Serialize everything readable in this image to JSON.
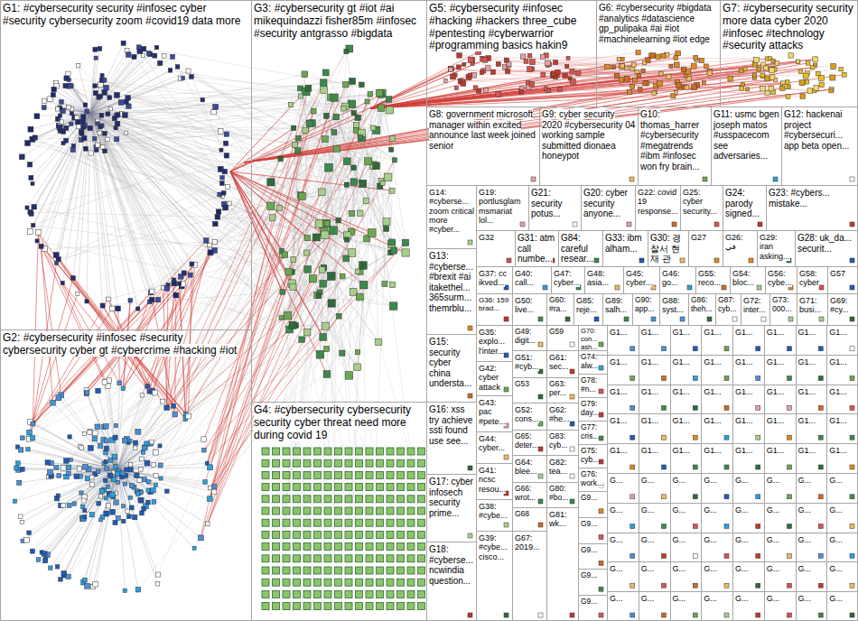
{
  "diagram": {
    "nodes": [
      {
        "text": [
          "G1: #cybersecurity security #infosec cyber #security cybersecurity zoom #covid19 data more"
        ]
      },
      {
        "text": [
          "G3: #cybersecurity gt #iot #ai mikequindazzi fisher85m #infosec #security antgrasso #bigdata"
        ]
      },
      {
        "text": [
          "G5: #cybersecurity #infosec #hacking #hackers three_cube #pentesting #cyberwarrior #programming basics hakin9"
        ]
      },
      {
        "text": [
          "G6: #cybersecurity #bigdata #analytics #datascience gp_pulipaka #ai #iot #machinelearning #iot edge"
        ]
      },
      {
        "text": [
          "G7: #cybersecurity security more data cyber 2020 #infosec #technology #security attacks"
        ]
      },
      {
        "text": [
          "G8: government microsoft manager within excited announce last week joined senior"
        ]
      },
      {
        "text": [
          "G9: cyber security 2020 #cybersecurity 04 working sample submitted dionaea honeypot"
        ]
      },
      {
        "text": [
          "G10: thomas_harrer #cybersecurity #megatrends #ibm #infosec won fry brain..."
        ]
      },
      {
        "text": [
          "G11: usmc bgen joseph matos #usspacecom see adversaries..."
        ]
      },
      {
        "text": [
          "G12: hackenai project #cybersecuri... app beta open..."
        ]
      },
      {
        "text": [
          "G14: #cyberse... zoom critical more #cyber..."
        ]
      },
      {
        "text": [
          "G19: portlusglam msmariat lol..."
        ]
      },
      {
        "text": [
          "G21: security potus..."
        ]
      },
      {
        "text": [
          "G20: cyber security anyone..."
        ]
      },
      {
        "text": [
          "G22: covid 19 response..."
        ]
      },
      {
        "text": [
          "G25: cyber security..."
        ]
      },
      {
        "text": [
          "G24: parody signed..."
        ]
      },
      {
        "text": [
          "G23: #cybers... mistake..."
        ]
      },
      {
        "text": [
          "G32"
        ]
      },
      {
        "text": [
          "G31: atm call numbe..."
        ]
      },
      {
        "text": [
          "G84: careful resear..."
        ]
      },
      {
        "text": [
          "G33: ibm alham..."
        ]
      },
      {
        "text": [
          "G30: 경 찰서 현 재 관"
        ]
      },
      {
        "text": [
          "G27"
        ]
      },
      {
        "text": [
          "G26: في"
        ]
      },
      {
        "text": [
          "G29: iran asking..."
        ]
      },
      {
        "text": [
          "G28: uk_da... securit..."
        ]
      },
      {
        "text": [
          "G13: #cyberse... #brexit #ai itakethel... 365surm... themrblu..."
        ]
      },
      {
        "text": [
          "G37: cc ikved..."
        ]
      },
      {
        "text": [
          "G40: call..."
        ]
      },
      {
        "text": [
          "G47: cyber..."
        ]
      },
      {
        "text": [
          "G48: asia..."
        ]
      },
      {
        "text": [
          "G45: cyber..."
        ]
      },
      {
        "text": [
          "G46: go..."
        ]
      },
      {
        "text": [
          "G55: reco..."
        ]
      },
      {
        "text": [
          "G54: bloc..."
        ]
      },
      {
        "text": [
          "G56: cybe..."
        ]
      },
      {
        "text": [
          "G58: cyber"
        ]
      },
      {
        "text": [
          "G57"
        ]
      },
      {
        "text": [
          "G36: 159 brad..."
        ]
      },
      {
        "text": [
          "G50: live..."
        ]
      },
      {
        "text": [
          "G60: #ra..."
        ]
      },
      {
        "text": [
          "G85: reje..."
        ]
      },
      {
        "text": [
          "G89: salh..."
        ]
      },
      {
        "text": [
          "G90: app..."
        ]
      },
      {
        "text": [
          "G88: syst..."
        ]
      },
      {
        "text": [
          "G86: theh..."
        ]
      },
      {
        "text": [
          "G87: cyb..."
        ]
      },
      {
        "text": [
          "G72: inter..."
        ]
      },
      {
        "text": [
          "G73: 000..."
        ]
      },
      {
        "text": [
          "G71: busi..."
        ]
      },
      {
        "text": [
          "G69: #cy..."
        ]
      },
      {
        "text": [
          "G2: #cybersecurity #infosec #security cybersecurity cyber gt #cybercrime #hacking #iot"
        ]
      },
      {
        "text": [
          "G4: #cybersecurity cybersecurity security cyber threat need more during covid 19"
        ]
      },
      {
        "text": [
          "G15: security cyber china understa..."
        ]
      },
      {
        "text": [
          "G16: xss try achieve ssti found use see..."
        ]
      },
      {
        "text": [
          "G17: cyber infosech security prime..."
        ]
      },
      {
        "text": [
          "G18: #cyberse... ncwindia question..."
        ]
      },
      {
        "text": [
          "G35: explo... l'inter..."
        ]
      },
      {
        "text": [
          "G42: cyber attack"
        ]
      },
      {
        "text": [
          "G43: pac #pete..."
        ]
      },
      {
        "text": [
          "G44: cyber..."
        ]
      },
      {
        "text": [
          "G41: ncsc resou..."
        ]
      },
      {
        "text": [
          "G38: #cybe..."
        ]
      },
      {
        "text": [
          "G39: #cybe... cisco..."
        ]
      },
      {
        "text": [
          "G49: digit..."
        ]
      },
      {
        "text": [
          "G51: #cyb..."
        ]
      },
      {
        "text": [
          "G53"
        ]
      },
      {
        "text": [
          "G52: cons..."
        ]
      },
      {
        "text": [
          "G65: deter..."
        ]
      },
      {
        "text": [
          "G64: blee..."
        ]
      },
      {
        "text": [
          "G66: wrot..."
        ]
      },
      {
        "text": [
          "G68"
        ]
      },
      {
        "text": [
          "G67: 2019..."
        ]
      },
      {
        "text": [
          "G59"
        ]
      },
      {
        "text": [
          "G61: sec..."
        ]
      },
      {
        "text": [
          "G63: per..."
        ]
      },
      {
        "text": [
          "G62: #he..."
        ]
      },
      {
        "text": [
          "G83: cyb..."
        ]
      },
      {
        "text": [
          "G82: tea..."
        ]
      },
      {
        "text": [
          "G80: #bo..."
        ]
      },
      {
        "text": [
          "G81: wk..."
        ]
      },
      {
        "text": [
          "G70: con... ash..."
        ]
      },
      {
        "text": [
          "G74: alw..."
        ]
      },
      {
        "text": [
          "G78: #n..."
        ]
      },
      {
        "text": [
          "G79: day..."
        ]
      },
      {
        "text": [
          "G77: cris..."
        ]
      },
      {
        "text": [
          "G75: cyb..."
        ]
      },
      {
        "text": [
          "G76: work..."
        ]
      },
      {
        "text": [
          "G9..."
        ]
      },
      {
        "text": [
          "G9..."
        ]
      },
      {
        "text": [
          "G9..."
        ]
      },
      {
        "text": [
          "G9..."
        ]
      },
      {
        "text": [
          "G9..."
        ]
      },
      {
        "text": [
          "G1..."
        ]
      },
      {
        "text": [
          "G1..."
        ]
      },
      {
        "text": [
          "G1..."
        ]
      },
      {
        "text": [
          "G1..."
        ]
      },
      {
        "text": [
          "G1..."
        ]
      },
      {
        "text": [
          "G1..."
        ]
      },
      {
        "text": [
          "G1..."
        ]
      },
      {
        "text": [
          "G1..."
        ]
      },
      {
        "text": [
          "G1..."
        ]
      },
      {
        "text": [
          "G1..."
        ]
      },
      {
        "text": [
          "G1..."
        ]
      },
      {
        "text": [
          "G1..."
        ]
      },
      {
        "text": [
          "G1..."
        ]
      },
      {
        "text": [
          "G1..."
        ]
      },
      {
        "text": [
          "G1..."
        ]
      },
      {
        "text": [
          "G1..."
        ]
      },
      {
        "text": [
          "G1..."
        ]
      },
      {
        "text": [
          "G1..."
        ]
      },
      {
        "text": [
          "G1..."
        ]
      },
      {
        "text": [
          "G1..."
        ]
      },
      {
        "text": [
          "G1..."
        ]
      },
      {
        "text": [
          "G1..."
        ]
      },
      {
        "text": [
          "G1..."
        ]
      },
      {
        "text": [
          "G1..."
        ]
      },
      {
        "text": [
          "G1..."
        ]
      },
      {
        "text": [
          "G1..."
        ]
      },
      {
        "text": [
          "G1..."
        ]
      },
      {
        "text": [
          "G1..."
        ]
      },
      {
        "text": [
          "G1..."
        ]
      },
      {
        "text": [
          "G1..."
        ]
      },
      {
        "text": [
          "G1..."
        ]
      },
      {
        "text": [
          "G1..."
        ]
      },
      {
        "text": [
          "G1..."
        ]
      },
      {
        "text": [
          "G1..."
        ]
      },
      {
        "text": [
          "G1..."
        ]
      },
      {
        "text": [
          "G1..."
        ]
      },
      {
        "text": [
          "G1..."
        ]
      },
      {
        "text": [
          "G1..."
        ]
      },
      {
        "text": [
          "G1..."
        ]
      },
      {
        "text": [
          "G1..."
        ]
      },
      {
        "text": [
          "G..."
        ]
      },
      {
        "text": [
          "G..."
        ]
      },
      {
        "text": [
          "G..."
        ]
      },
      {
        "text": [
          "G..."
        ]
      },
      {
        "text": [
          "G..."
        ]
      },
      {
        "text": [
          "G..."
        ]
      },
      {
        "text": [
          "G..."
        ]
      },
      {
        "text": [
          "G..."
        ]
      },
      {
        "text": [
          "G..."
        ]
      },
      {
        "text": [
          "G..."
        ]
      },
      {
        "text": [
          "G..."
        ]
      },
      {
        "text": [
          "G..."
        ]
      },
      {
        "text": [
          "G..."
        ]
      },
      {
        "text": [
          "G..."
        ]
      },
      {
        "text": [
          "G..."
        ]
      },
      {
        "text": [
          "G..."
        ]
      },
      {
        "text": [
          "G..."
        ]
      },
      {
        "text": [
          "G..."
        ]
      },
      {
        "text": [
          "G..."
        ]
      },
      {
        "text": [
          "G..."
        ]
      },
      {
        "text": [
          "G..."
        ]
      },
      {
        "text": [
          "G..."
        ]
      },
      {
        "text": [
          "G..."
        ]
      },
      {
        "text": [
          "G..."
        ]
      },
      {
        "text": [
          "G..."
        ]
      },
      {
        "text": [
          "G..."
        ]
      },
      {
        "text": [
          "G..."
        ]
      },
      {
        "text": [
          "G..."
        ]
      },
      {
        "text": [
          "G..."
        ]
      },
      {
        "text": [
          "G..."
        ]
      },
      {
        "text": [
          "G..."
        ]
      },
      {
        "text": [
          "G..."
        ]
      },
      {
        "text": [
          "G..."
        ]
      },
      {
        "text": [
          "G..."
        ]
      },
      {
        "text": [
          "G..."
        ]
      },
      {
        "text": [
          "G..."
        ]
      },
      {
        "text": [
          "G..."
        ]
      },
      {
        "text": [
          "G..."
        ]
      },
      {
        "text": [
          "G..."
        ]
      },
      {
        "text": [
          "G..."
        ]
      }
    ]
  }
}
